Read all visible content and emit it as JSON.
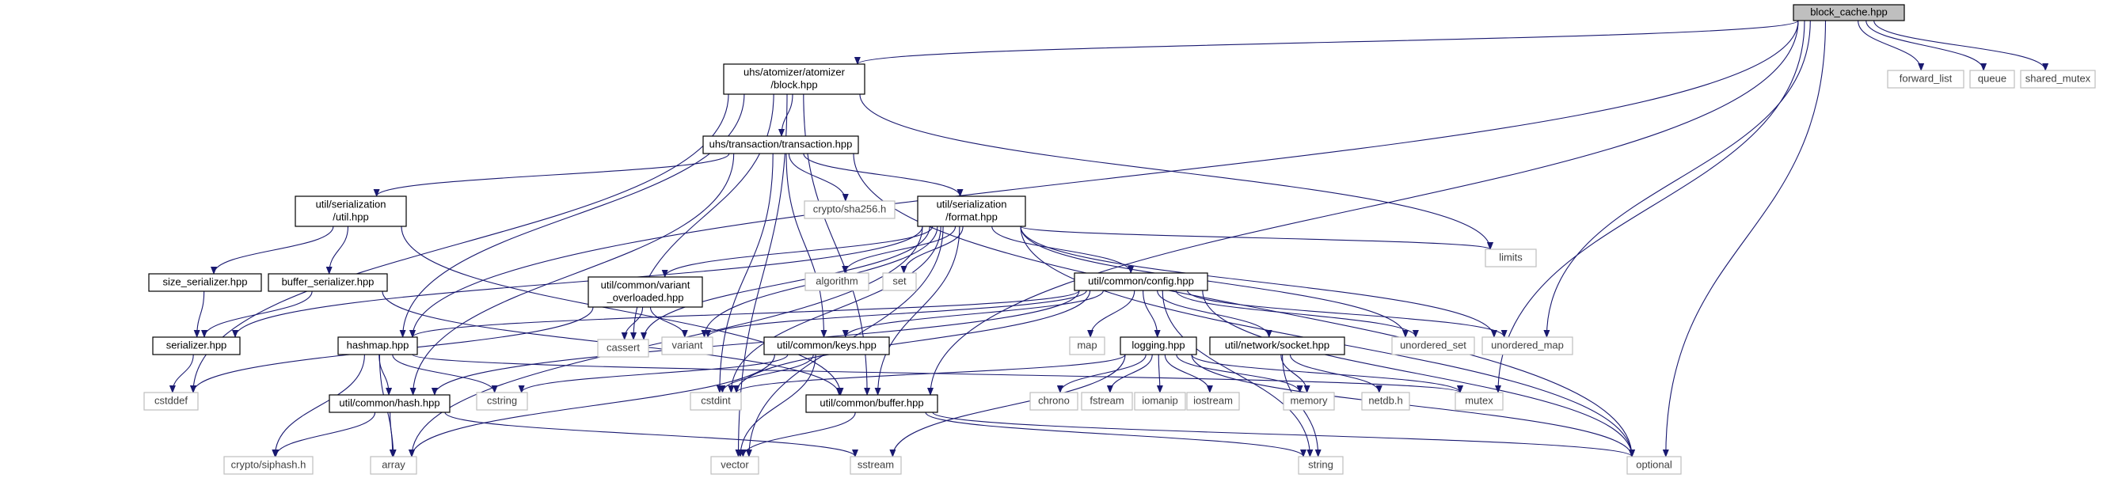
{
  "graph": {
    "title": "block_cache.hpp",
    "colors": {
      "edge": "#191970",
      "node_border_local": "#000000",
      "node_border_system": "#bfbfbf",
      "root_fill": "#bfbfbf",
      "node_fill": "#ffffff",
      "text_local": "#000000",
      "text_system": "#3f3f3f"
    },
    "nodes": [
      {
        "id": "block_cache",
        "label": "block_cache.hpp",
        "kind": "root"
      },
      {
        "id": "block",
        "label": "uhs/atomizer/atomizer\n/block.hpp",
        "kind": "local"
      },
      {
        "id": "forward_list",
        "label": "forward_list",
        "kind": "system"
      },
      {
        "id": "queue",
        "label": "queue",
        "kind": "system"
      },
      {
        "id": "shared_mutex",
        "label": "shared_mutex",
        "kind": "system"
      },
      {
        "id": "transaction",
        "label": "uhs/transaction/transaction.hpp",
        "kind": "local"
      },
      {
        "id": "crypto_sha256",
        "label": "crypto/sha256.h",
        "kind": "system"
      },
      {
        "id": "ser_util",
        "label": "util/serialization\n/util.hpp",
        "kind": "local"
      },
      {
        "id": "ser_format",
        "label": "util/serialization\n/format.hpp",
        "kind": "local"
      },
      {
        "id": "limits",
        "label": "limits",
        "kind": "system"
      },
      {
        "id": "size_serializer",
        "label": "size_serializer.hpp",
        "kind": "local"
      },
      {
        "id": "buffer_serializer",
        "label": "buffer_serializer.hpp",
        "kind": "local"
      },
      {
        "id": "variant_overloaded",
        "label": "util/common/variant\n_overloaded.hpp",
        "kind": "local"
      },
      {
        "id": "algorithm",
        "label": "algorithm",
        "kind": "system"
      },
      {
        "id": "set",
        "label": "set",
        "kind": "system"
      },
      {
        "id": "config",
        "label": "util/common/config.hpp",
        "kind": "local"
      },
      {
        "id": "serializer",
        "label": "serializer.hpp",
        "kind": "local"
      },
      {
        "id": "hashmap",
        "label": "hashmap.hpp",
        "kind": "local"
      },
      {
        "id": "cassert",
        "label": "cassert",
        "kind": "system"
      },
      {
        "id": "variant",
        "label": "variant",
        "kind": "system"
      },
      {
        "id": "keys",
        "label": "util/common/keys.hpp",
        "kind": "local"
      },
      {
        "id": "map",
        "label": "map",
        "kind": "system"
      },
      {
        "id": "logging",
        "label": "logging.hpp",
        "kind": "local"
      },
      {
        "id": "socket",
        "label": "util/network/socket.hpp",
        "kind": "local"
      },
      {
        "id": "unordered_set",
        "label": "unordered_set",
        "kind": "system"
      },
      {
        "id": "unordered_map",
        "label": "unordered_map",
        "kind": "system"
      },
      {
        "id": "cstddef",
        "label": "cstddef",
        "kind": "system"
      },
      {
        "id": "hash",
        "label": "util/common/hash.hpp",
        "kind": "local"
      },
      {
        "id": "cstring",
        "label": "cstring",
        "kind": "system"
      },
      {
        "id": "cstdint",
        "label": "cstdint",
        "kind": "system"
      },
      {
        "id": "buffer",
        "label": "util/common/buffer.hpp",
        "kind": "local"
      },
      {
        "id": "chrono",
        "label": "chrono",
        "kind": "system"
      },
      {
        "id": "fstream",
        "label": "fstream",
        "kind": "system"
      },
      {
        "id": "iomanip",
        "label": "iomanip",
        "kind": "system"
      },
      {
        "id": "iostream",
        "label": "iostream",
        "kind": "system"
      },
      {
        "id": "memory",
        "label": "memory",
        "kind": "system"
      },
      {
        "id": "netdb",
        "label": "netdb.h",
        "kind": "system"
      },
      {
        "id": "mutex",
        "label": "mutex",
        "kind": "system"
      },
      {
        "id": "crypto_siphash",
        "label": "crypto/siphash.h",
        "kind": "system"
      },
      {
        "id": "array",
        "label": "array",
        "kind": "system"
      },
      {
        "id": "vector",
        "label": "vector",
        "kind": "system"
      },
      {
        "id": "sstream",
        "label": "sstream",
        "kind": "system"
      },
      {
        "id": "string",
        "label": "string",
        "kind": "system"
      },
      {
        "id": "optional",
        "label": "optional",
        "kind": "system"
      }
    ],
    "edges": [
      [
        "block_cache",
        "block"
      ],
      [
        "block_cache",
        "forward_list"
      ],
      [
        "block_cache",
        "queue"
      ],
      [
        "block_cache",
        "shared_mutex"
      ],
      [
        "block_cache",
        "hashmap"
      ],
      [
        "block_cache",
        "unordered_map"
      ],
      [
        "block_cache",
        "buffer"
      ],
      [
        "block_cache",
        "mutex"
      ],
      [
        "block_cache",
        "optional"
      ],
      [
        "block",
        "transaction"
      ],
      [
        "block",
        "limits"
      ],
      [
        "block",
        "cassert"
      ],
      [
        "block",
        "cstddef"
      ],
      [
        "block",
        "vector"
      ],
      [
        "block",
        "hashmap"
      ],
      [
        "block",
        "buffer"
      ],
      [
        "transaction",
        "crypto_sha256"
      ],
      [
        "transaction",
        "ser_util"
      ],
      [
        "transaction",
        "ser_format"
      ],
      [
        "transaction",
        "keys"
      ],
      [
        "transaction",
        "hash"
      ],
      [
        "transaction",
        "cstdint"
      ],
      [
        "transaction",
        "optional"
      ],
      [
        "ser_util",
        "size_serializer"
      ],
      [
        "ser_util",
        "buffer_serializer"
      ],
      [
        "ser_util",
        "buffer"
      ],
      [
        "size_serializer",
        "serializer"
      ],
      [
        "buffer_serializer",
        "serializer"
      ],
      [
        "buffer_serializer",
        "buffer"
      ],
      [
        "serializer",
        "cstddef"
      ],
      [
        "ser_format",
        "limits"
      ],
      [
        "ser_format",
        "variant_overloaded"
      ],
      [
        "ser_format",
        "algorithm"
      ],
      [
        "ser_format",
        "set"
      ],
      [
        "ser_format",
        "config"
      ],
      [
        "ser_format",
        "serializer"
      ],
      [
        "ser_format",
        "cassert"
      ],
      [
        "ser_format",
        "variant"
      ],
      [
        "ser_format",
        "unordered_set"
      ],
      [
        "ser_format",
        "unordered_map"
      ],
      [
        "ser_format",
        "array"
      ],
      [
        "ser_format",
        "vector"
      ],
      [
        "ser_format",
        "cstdint"
      ],
      [
        "ser_format",
        "buffer"
      ],
      [
        "ser_format",
        "optional"
      ],
      [
        "variant_overloaded",
        "cassert"
      ],
      [
        "variant_overloaded",
        "variant"
      ],
      [
        "variant_overloaded",
        "cstddef"
      ],
      [
        "config",
        "map"
      ],
      [
        "config",
        "logging"
      ],
      [
        "config",
        "socket"
      ],
      [
        "config",
        "unordered_set"
      ],
      [
        "config",
        "unordered_map"
      ],
      [
        "config",
        "variant"
      ],
      [
        "config",
        "keys"
      ],
      [
        "config",
        "hashmap"
      ],
      [
        "config",
        "cstdint"
      ],
      [
        "config",
        "optional"
      ],
      [
        "config",
        "string"
      ],
      [
        "config",
        "hash"
      ],
      [
        "keys",
        "cstring"
      ],
      [
        "keys",
        "cstdint"
      ],
      [
        "keys",
        "array"
      ],
      [
        "keys",
        "vector"
      ],
      [
        "hashmap",
        "hash"
      ],
      [
        "hashmap",
        "cstring"
      ],
      [
        "hashmap",
        "array"
      ],
      [
        "hashmap",
        "mutex"
      ],
      [
        "hashmap",
        "crypto_siphash"
      ],
      [
        "hash",
        "crypto_siphash"
      ],
      [
        "hash",
        "array"
      ],
      [
        "hash",
        "sstream"
      ],
      [
        "logging",
        "chrono"
      ],
      [
        "logging",
        "fstream"
      ],
      [
        "logging",
        "iomanip"
      ],
      [
        "logging",
        "iostream"
      ],
      [
        "logging",
        "memory"
      ],
      [
        "logging",
        "mutex"
      ],
      [
        "logging",
        "sstream"
      ],
      [
        "logging",
        "cstdint"
      ],
      [
        "logging",
        "optional"
      ],
      [
        "socket",
        "memory"
      ],
      [
        "socket",
        "netdb"
      ],
      [
        "socket",
        "string"
      ],
      [
        "buffer",
        "vector"
      ],
      [
        "buffer",
        "string"
      ],
      [
        "buffer",
        "optional"
      ]
    ]
  }
}
